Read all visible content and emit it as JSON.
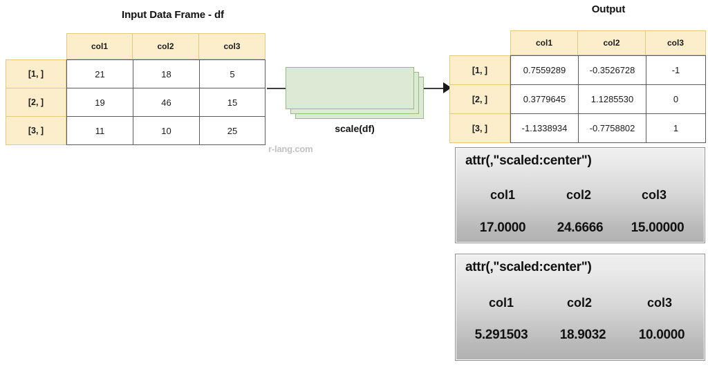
{
  "input": {
    "title": "Input Data Frame - df",
    "columns": [
      "col1",
      "col2",
      "col3"
    ],
    "row_labels": [
      "[1, ]",
      "[2, ]",
      "[3, ]"
    ],
    "rows": [
      [
        "21",
        "18",
        "5"
      ],
      [
        "19",
        "46",
        "15"
      ],
      [
        "11",
        "10",
        "25"
      ]
    ]
  },
  "process": {
    "label": "scale(df)",
    "box_fill": "#dde9d4",
    "box_border": "#93bd7c"
  },
  "output": {
    "title": "Output",
    "columns": [
      "col1",
      "col2",
      "col3"
    ],
    "row_labels": [
      "[1, ]",
      "[2, ]",
      "[3, ]"
    ],
    "rows": [
      [
        "0.7559289",
        "-0.3526728",
        "-1"
      ],
      [
        "0.3779645",
        "1.1285530",
        "0"
      ],
      [
        "-1.1338934",
        "-0.7758802",
        "1"
      ]
    ]
  },
  "attributes": [
    {
      "title": "attr(,\"scaled:center\")",
      "columns": [
        "col1",
        "col2",
        "col3"
      ],
      "values": [
        "17.0000",
        "24.6666",
        "15.00000"
      ]
    },
    {
      "title": "attr(,\"scaled:center\")",
      "columns": [
        "col1",
        "col2",
        "col3"
      ],
      "values": [
        "5.291503",
        "18.9032",
        "10.0000"
      ]
    }
  ],
  "watermark": "r-lang.com",
  "palette": {
    "header_fill": "#fcedcb",
    "header_border": "#e2c97e",
    "grid_line": "#5a5a5a",
    "connector": "#3d3d3d"
  }
}
